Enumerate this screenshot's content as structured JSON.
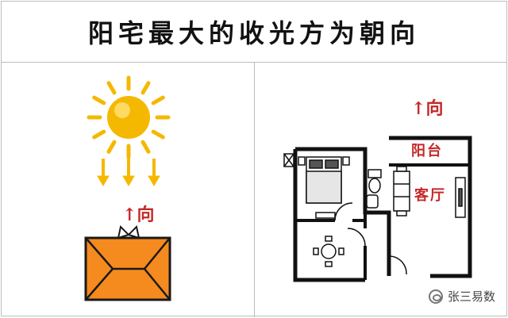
{
  "title": "阳宅最大的收光方为朝向",
  "colors": {
    "accent": "#c62828",
    "sun": "#f5b800",
    "house_fill": "#f58a1f",
    "house_stroke": "#1a1a1a",
    "wall": "#111111"
  },
  "left_panel": {
    "direction_arrow": "↑",
    "direction_label": "向"
  },
  "right_panel": {
    "direction_arrow": "↑",
    "direction_label": "向",
    "rooms": {
      "balcony": "阳台",
      "living_room": "客厅"
    }
  },
  "watermark": {
    "text": "张三易数",
    "icon": "wechat-icon"
  }
}
